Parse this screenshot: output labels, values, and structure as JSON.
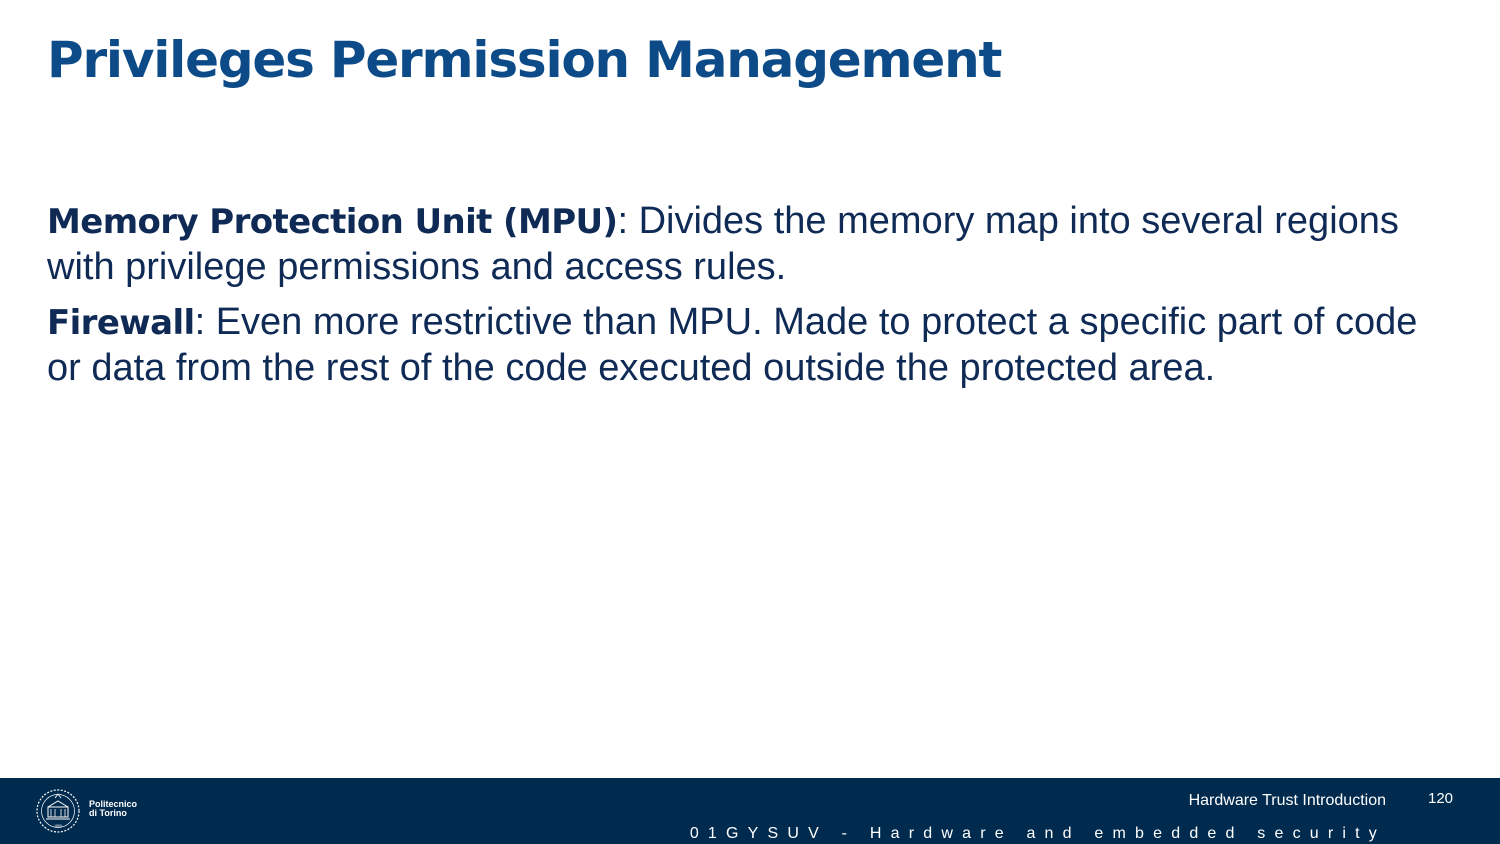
{
  "slide": {
    "title": "Privileges Permission Management",
    "items": [
      {
        "term": "Memory Protection Unit (MPU)",
        "description": ": Divides the memory map into several regions with privilege permissions and access rules."
      },
      {
        "term": "Firewall",
        "description": ": Even more restrictive than MPU. Made to protect a specific part of code or data from the rest of the code executed outside the protected area."
      }
    ]
  },
  "footer": {
    "logo": {
      "line1": "Politecnico",
      "line2": "di Torino",
      "seal_text": "1859"
    },
    "topic": "Hardware Trust Introduction",
    "page_number": "120",
    "course": "01GYSUV - Hardware and embedded security"
  },
  "colors": {
    "title": "#0c4a88",
    "body_text": "#0e2a55",
    "footer_bg": "#002a4e"
  }
}
